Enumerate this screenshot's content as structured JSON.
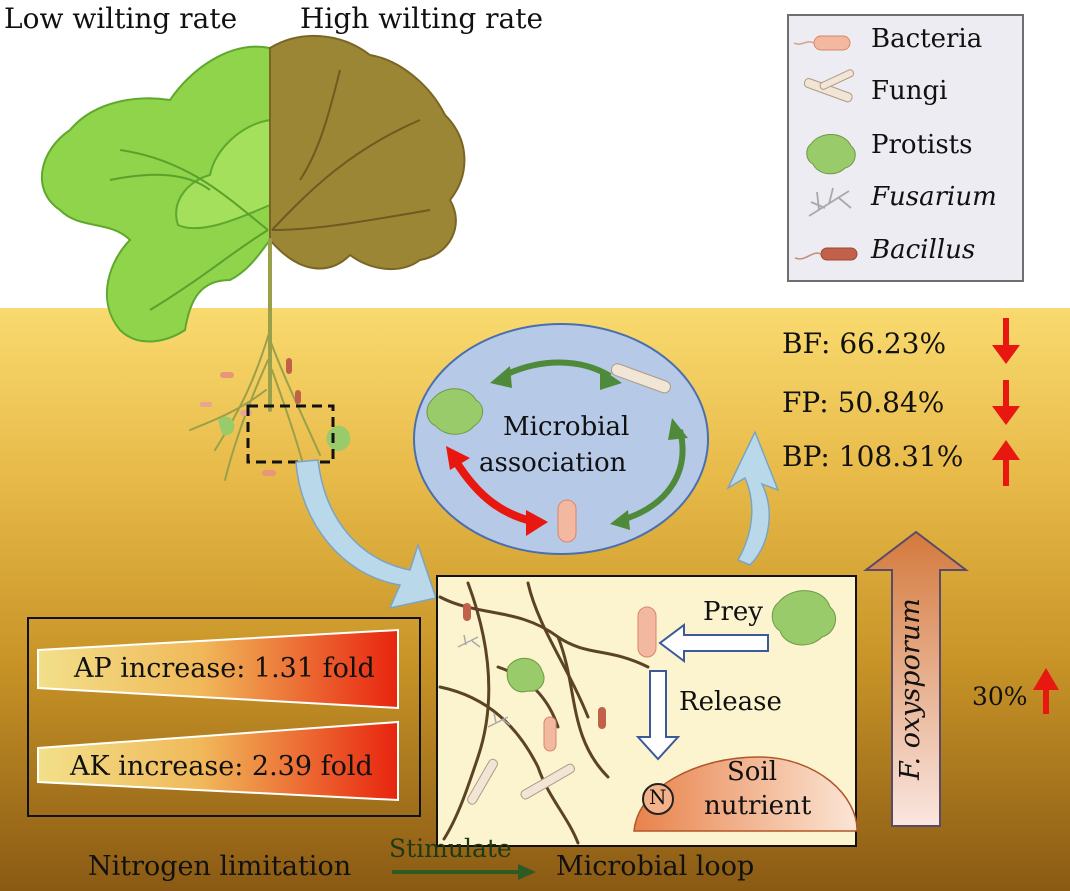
{
  "header": {
    "left_label": "Low wilting rate",
    "right_label": "High wilting rate"
  },
  "legend": {
    "items": [
      {
        "label": "Bacteria",
        "italic": false,
        "icon": "bacteria-icon"
      },
      {
        "label": "Fungi",
        "italic": false,
        "icon": "fungi-icon"
      },
      {
        "label": "Protists",
        "italic": false,
        "icon": "protist-icon"
      },
      {
        "label": "Fusarium",
        "italic": true,
        "icon": "fusarium-icon"
      },
      {
        "label": "Bacillus",
        "italic": true,
        "icon": "bacillus-icon"
      }
    ]
  },
  "association": {
    "line1": "Microbial",
    "line2": "association"
  },
  "stats": [
    {
      "label": "BF: 66.23%",
      "direction": "down"
    },
    {
      "label": "FP: 50.84%",
      "direction": "down"
    },
    {
      "label": "BP: 108.31%",
      "direction": "up"
    }
  ],
  "inset": {
    "prey": "Prey",
    "release": "Release",
    "nutrient_line1": "Soil",
    "nutrient_line2": "nutrient",
    "nitrogen_symbol": "N"
  },
  "nutrients": [
    {
      "label": "AP increase: 1.31 fold"
    },
    {
      "label": "AK increase: 2.39 fold"
    }
  ],
  "pathogen": {
    "name": "F. oxysporum",
    "change": "30%",
    "direction": "up"
  },
  "bottom": {
    "left": "Nitrogen limitation",
    "arrow_label": "Stimulate",
    "right": "Microbial loop"
  },
  "colors": {
    "soil_top": "#f9da6f",
    "soil_bottom": "#8a5a14",
    "healthy_leaf": "#8fd44a",
    "wilted_leaf": "#9b8636",
    "indicator_red": "#e8170f",
    "association_arrow_green": "#4f8a3a",
    "flow_arrow_blue": "#b9d8ea"
  }
}
